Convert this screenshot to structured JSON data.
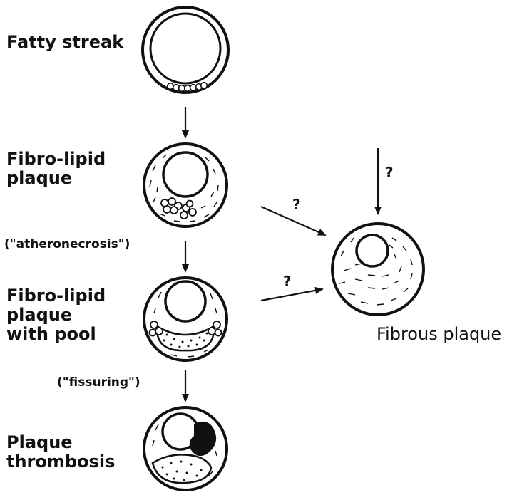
{
  "stages": {
    "fatty_streak": "Fatty streak",
    "fibro_lipid_plaque": "Fibro-lipid\nplaque",
    "fibro_lipid_plaque_pool": "Fibro-lipid\nplaque\nwith pool",
    "plaque_thrombosis": "Plaque\nthrombosis",
    "fibrous_plaque": "Fibrous plaque"
  },
  "processes": {
    "atheronecrosis": "(\"atheronecrosis\")",
    "fissuring": "(\"fissuring\")"
  },
  "uncertain_marks": {
    "top": "?",
    "upper": "?",
    "lower": "?"
  }
}
